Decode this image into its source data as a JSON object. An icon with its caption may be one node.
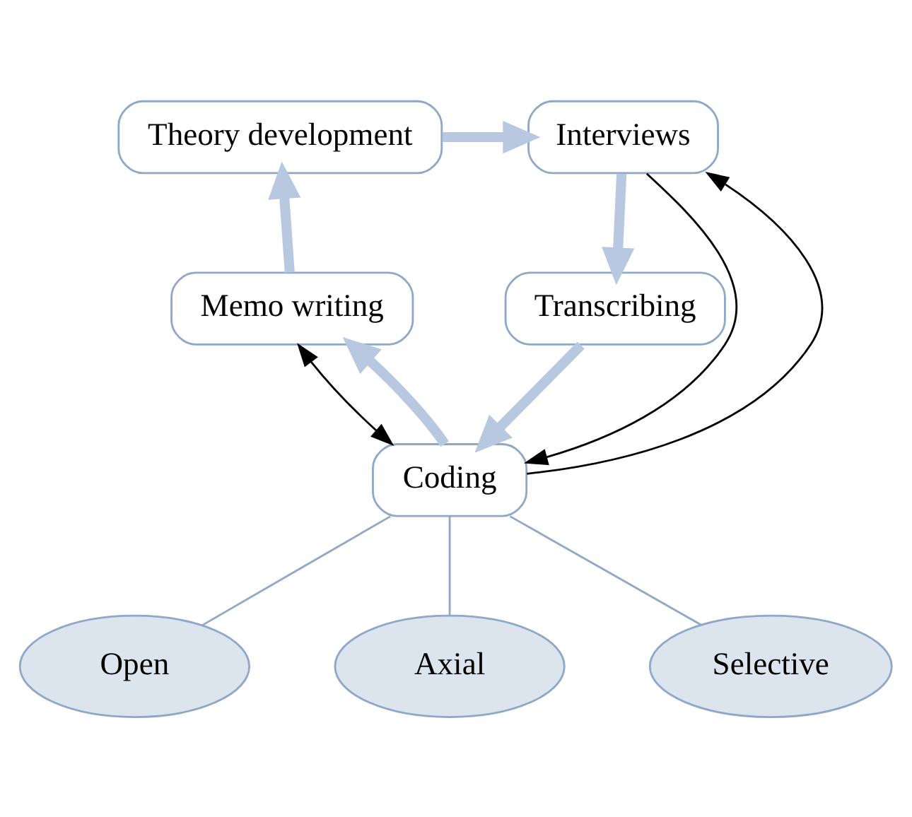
{
  "diagram": {
    "nodes": [
      {
        "text": [
          "Theory development"
        ]
      },
      {
        "text": [
          "Interviews"
        ]
      },
      {
        "text": [
          "Transcribing"
        ]
      },
      {
        "text": [
          "Coding"
        ]
      },
      {
        "text": [
          "Memo writing"
        ]
      },
      {
        "text": [
          "Open"
        ]
      },
      {
        "text": [
          "Axial"
        ]
      },
      {
        "text": [
          "Selective"
        ]
      }
    ],
    "edges": [
      {
        "from": 0,
        "to": 1,
        "arrow": "to",
        "style": "thick",
        "color": "#b8c8e0"
      },
      {
        "from": 1,
        "to": 2,
        "arrow": "to",
        "style": "thick",
        "color": "#b8c8e0"
      },
      {
        "from": 2,
        "to": 3,
        "arrow": "to",
        "style": "thick",
        "color": "#b8c8e0"
      },
      {
        "from": 3,
        "to": 4,
        "arrow": "to",
        "style": "thick",
        "color": "#b8c8e0"
      },
      {
        "from": 4,
        "to": 0,
        "arrow": "to",
        "style": "thick",
        "color": "#b8c8e0"
      },
      {
        "from": 3,
        "to": 1,
        "arrow": "to",
        "color": "#000000"
      },
      {
        "from": 1,
        "to": 3,
        "arrow": "to",
        "color": "#000000"
      },
      {
        "from": 4,
        "to": 3,
        "arrow": "both",
        "color": "#000000"
      },
      {
        "from": 3,
        "to": 5,
        "arrow": "none",
        "color": "#8fa8c8"
      },
      {
        "from": 3,
        "to": 6,
        "arrow": "none",
        "color": "#8fa8c8"
      },
      {
        "from": 3,
        "to": 7,
        "arrow": "none",
        "color": "#8fa8c8"
      }
    ]
  }
}
